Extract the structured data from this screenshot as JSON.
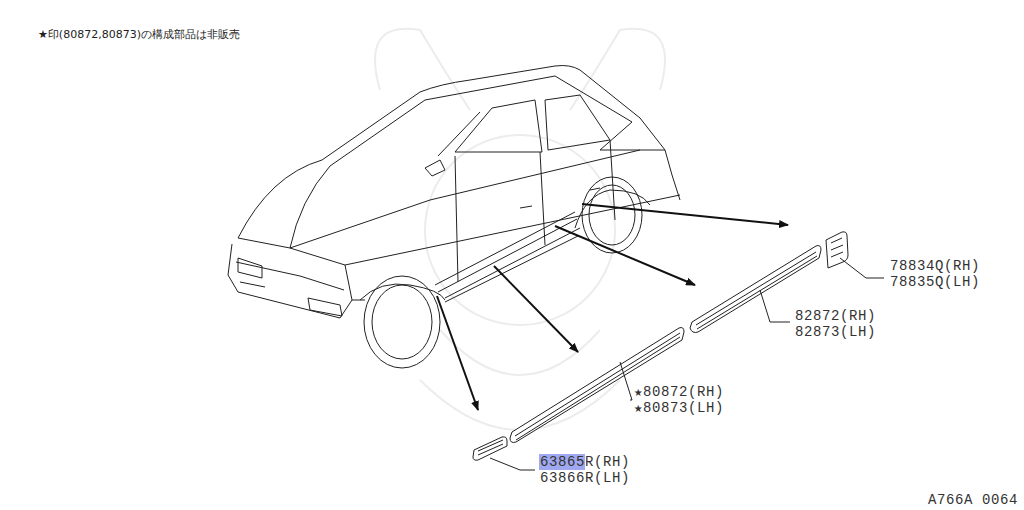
{
  "diagram": {
    "labels": [
      "★印(80872,80873)の構成部品は非販売",
      "78834Q(RH)",
      "78835Q(LH)",
      "82872(RH)",
      "82873(LH)",
      "★80872(RH)",
      "★80873(LH)",
      "63865R(RH)",
      "63866R(LH)",
      "A766A 0064"
    ]
  }
}
